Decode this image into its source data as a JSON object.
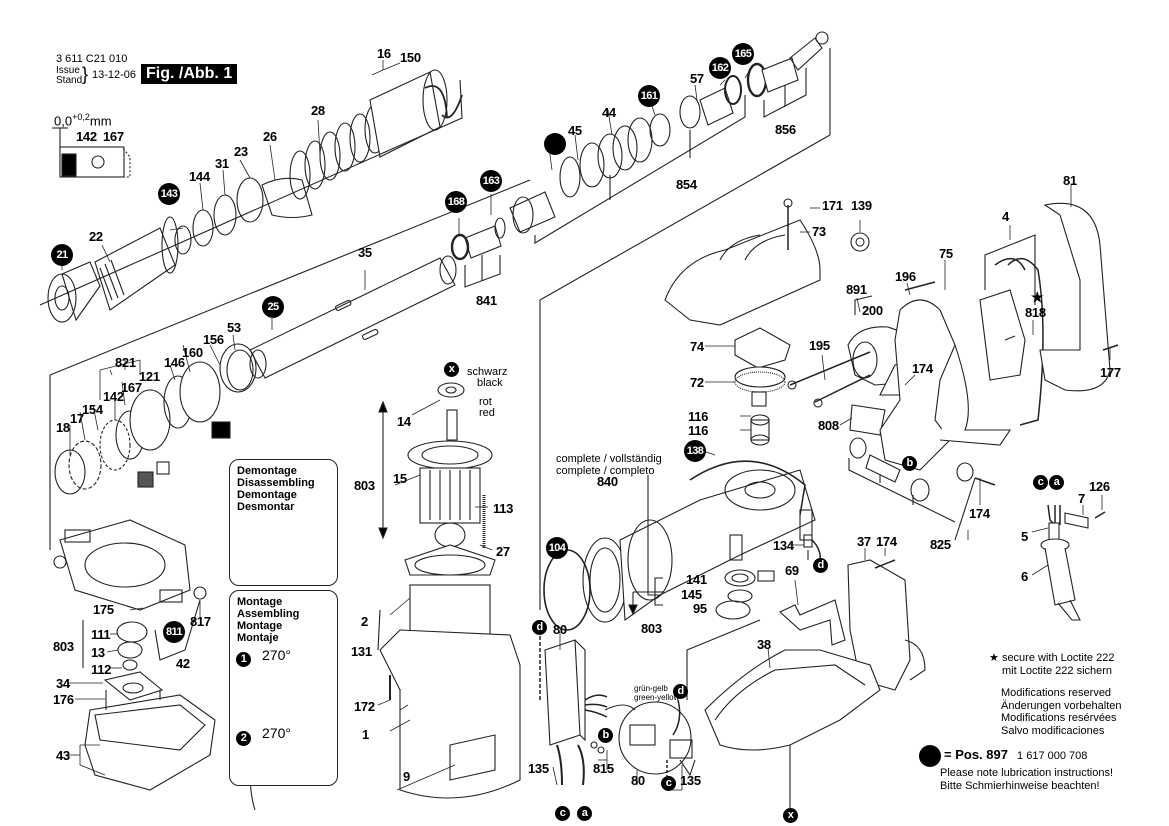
{
  "header": {
    "part_number": "3 611 C21 010",
    "issue_label_1": "Issue",
    "issue_label_2": "Stand",
    "issue_date": "13-12-06",
    "figure_label": "Fig. /Abb. 1"
  },
  "tolerance_detail": {
    "tolerance": "0,0",
    "tolerance_sup": "+0,2",
    "unit": "mm",
    "labels": [
      "142",
      "167"
    ]
  },
  "disassembly_box": {
    "title_lines": [
      "Demontage",
      "Disassembling",
      "Demontage",
      "Desmontar"
    ]
  },
  "assembly_box": {
    "title_lines": [
      "Montage",
      "Assembling",
      "Montage",
      "Montaje"
    ],
    "steps": [
      {
        "number": "1",
        "angle": "270°"
      },
      {
        "number": "2",
        "angle": "270°"
      }
    ]
  },
  "wire_notes": {
    "black": [
      "schwarz",
      "black"
    ],
    "red": [
      "rot",
      "red"
    ],
    "ground": [
      "grün-gelb",
      "green-yellow"
    ]
  },
  "complete_note": [
    "complete / vollständig",
    "complete / completo"
  ],
  "part_labels": {
    "p16": "16",
    "p150": "150",
    "p28": "28",
    "p26": "26",
    "p23": "23",
    "p31": "31",
    "p144": "144",
    "p22": "22",
    "p35": "35",
    "p841": "841",
    "p45": "45",
    "p44": "44",
    "p57": "57",
    "p856": "856",
    "p854": "854",
    "p53": "53",
    "p156": "156",
    "p160": "160",
    "p146": "146",
    "p821": "821",
    "p121": "121",
    "p167": "167",
    "p142": "142",
    "p154": "154",
    "p17": "17",
    "p18": "18",
    "p14": "14",
    "p15": "15",
    "p803a": "803",
    "p113": "113",
    "p27": "27",
    "p2": "2",
    "p131": "131",
    "p172": "172",
    "p1": "1",
    "p9": "9",
    "p175": "175",
    "p803b": "803",
    "p111": "111",
    "p13": "13",
    "p112": "112",
    "p817": "817",
    "p42": "42",
    "p34": "34",
    "p176": "176",
    "p43": "43",
    "p171": "171",
    "p73": "73",
    "p139": "139",
    "p74": "74",
    "p72": "72",
    "p116a": "116",
    "p116b": "116",
    "p840": "840",
    "p134": "134",
    "p141": "141",
    "p145": "145",
    "p95": "95",
    "p803c": "803",
    "p69": "69",
    "p80a": "80",
    "p135a": "135",
    "p815": "815",
    "p80b": "80",
    "p135b": "135",
    "p37": "37",
    "p174a": "174",
    "p38": "38",
    "p81": "81",
    "p4": "4",
    "p75": "75",
    "p196": "196",
    "p891": "891",
    "p200": "200",
    "p195": "195",
    "p174b": "174",
    "p808": "808",
    "p818": "818",
    "p177": "177",
    "p174c": "174",
    "p825": "825",
    "p126": "126",
    "p7": "7",
    "p5": "5",
    "p6": "6"
  },
  "bubble_labels": {
    "b21": "21",
    "b143": "143",
    "b168": "168",
    "b163": "163",
    "b161": "161",
    "b162": "162",
    "b165": "165",
    "b25": "25",
    "b811": "811",
    "b138": "138",
    "b104": "104",
    "bx1": "x",
    "bx2": "x",
    "ba1": "a",
    "ba2": "a",
    "bb1": "b",
    "bb2": "b",
    "bc1": "c",
    "bc2": "c",
    "bc3": "c",
    "bd1": "d",
    "bd2": "d",
    "bd3": "d"
  },
  "legend": {
    "star_symbol": "★",
    "star_note": [
      "secure with Loctite 222",
      "mit Loctite 222 sichern"
    ],
    "modifications": [
      "Modifications reserved",
      "Änderungen vorbehalten",
      "Modifications resérvées",
      "Salvo modificaciones"
    ],
    "lubrication_pos": "= Pos. 897",
    "lubrication_part": "1 617 000 708",
    "lubrication_notes": [
      "Please note lubrication instructions!",
      "Bitte Schmierhinweise beachten!"
    ]
  }
}
